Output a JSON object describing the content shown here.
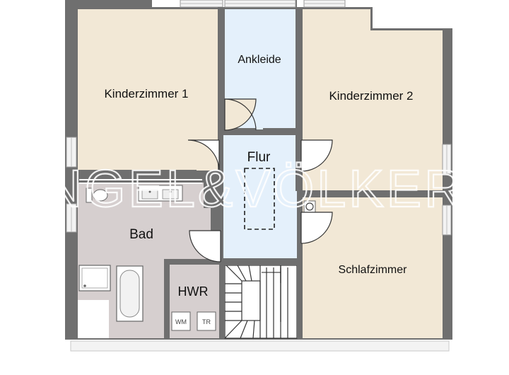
{
  "rooms": {
    "kinderzimmer1": "Kinderzimmer 1",
    "ankleide": "Ankleide",
    "kinderzimmer2": "Kinderzimmer 2",
    "flur": "Flur",
    "bad": "Bad",
    "hwr": "HWR",
    "schlafzimmer": "Schlafzimmer"
  },
  "appliances": {
    "washing_machine": "WM",
    "dryer": "TR"
  },
  "watermark": "ENGEL&VÖLKERS",
  "colors": {
    "wall": "#6f6f6f",
    "bedroom_floor": "#f2e8d6",
    "corridor_floor": "#e4f0fb",
    "bath_floor": "#d6cfcf",
    "stair_floor": "#ffffff"
  }
}
